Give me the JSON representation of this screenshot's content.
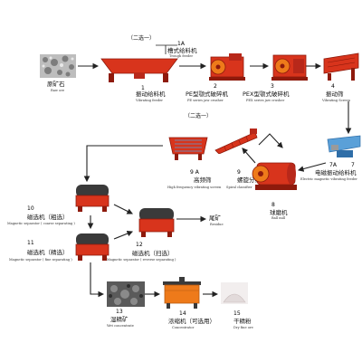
{
  "brackets": {
    "top": "（二选一）",
    "middle": "（二选一）"
  },
  "nodes": {
    "raw_ore": {
      "zh": "原矿石",
      "en": "Raw ore"
    },
    "n1": {
      "num": "1",
      "zh": "振动给料机",
      "en": "Vibrating feeder"
    },
    "n1a": {
      "num": "1A",
      "zh": "槽式给料机",
      "en": "Trough feeder"
    },
    "n2": {
      "num": "2",
      "zh": "PE型颚式破碎机",
      "en": "PE series jaw crusher"
    },
    "n3": {
      "num": "3",
      "zh": "PEX型颚式破碎机",
      "en": "PEX series jaw crusher"
    },
    "n4": {
      "num": "4",
      "zh": "振动筛",
      "en": "Vibrating Screen"
    },
    "n7": {
      "num": "7",
      "zh": "电磁振动给料机",
      "en": "Electric magnetic vibrating feeder"
    },
    "n7a": {
      "num": "7A"
    },
    "n8": {
      "num": "8",
      "zh": "球磨机",
      "en": "Ball mill"
    },
    "n9": {
      "num": "9",
      "zh": "螺旋分级机",
      "en": "Spiral classifier"
    },
    "n9a": {
      "num": "9 A",
      "zh": "高频筛",
      "en": "High frequency vibrating screen"
    },
    "n10": {
      "num": "10",
      "zh": "磁选机（粗选）",
      "en": "Magnetic separator ( coarse separating )"
    },
    "n11": {
      "num": "11",
      "zh": "磁选机（精选）",
      "en": "Magnetic separator ( fine separating )"
    },
    "n12": {
      "num": "12",
      "zh": "磁选机（扫选）",
      "en": "Magnetic separator ( reverse separating )"
    },
    "tailings": {
      "zh": "尾矿",
      "en": "Residue"
    },
    "n13": {
      "num": "13",
      "zh": "湿精矿",
      "en": "Wet concentrate"
    },
    "n14": {
      "num": "14",
      "zh": "浓缩机（可选用）",
      "en": "Concentrator"
    },
    "n15": {
      "num": "15",
      "zh": "干精粉",
      "en": "Dry fine ore"
    }
  },
  "colors": {
    "machine_red": "#d8341c",
    "machine_dark": "#8e1a0c",
    "machine_orange": "#ee7a1a",
    "arrow": "#222222",
    "ore_gray": "#9a9a9a",
    "roller_dark": "#3a3a3a",
    "screen_blue": "#5aa0d8"
  },
  "icons": {
    "raw_ore": "ore-pile-image",
    "n1": "vibrating-feeder-icon",
    "n1a": "trough-feeder-icon",
    "n2": "jaw-crusher-icon",
    "n3": "jaw-crusher-icon",
    "n4": "vibrating-screen-icon",
    "n7": "vibrating-feeder-icon",
    "n8": "ball-mill-icon",
    "n9": "spiral-classifier-icon",
    "n9a": "high-frequency-screen-icon",
    "n10": "magnetic-separator-icon",
    "n11": "magnetic-separator-icon",
    "n12": "magnetic-separator-icon",
    "n13": "wet-concentrate-pile-image",
    "n14": "thickener-tank-icon",
    "n15": "dry-powder-pile-image"
  }
}
